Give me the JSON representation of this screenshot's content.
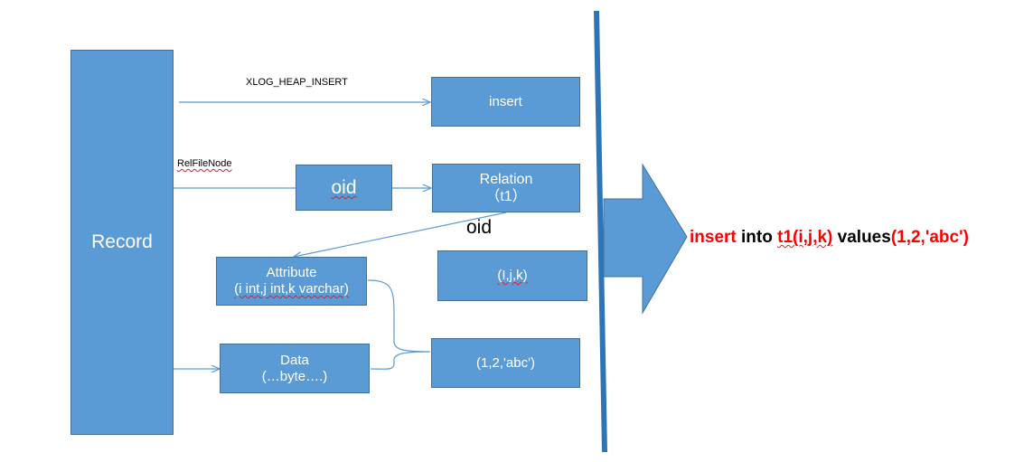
{
  "colors": {
    "box_fill": "#5b9bd5",
    "box_border": "#41719c",
    "connector": "#5b9bd5",
    "divider": "#2e75b6",
    "sql_keyword": "#ff0000",
    "sql_text": "#000000"
  },
  "record": {
    "label": "Record"
  },
  "insert_box": {
    "label": "insert"
  },
  "oid_box": {
    "label": "oid"
  },
  "relation_box": {
    "line1": "Relation",
    "line2": "（t1）"
  },
  "attribute_box": {
    "line1": "Attribute",
    "line2": "(i int,j int,k varchar)"
  },
  "columns_box": {
    "label": "(I,j,k)"
  },
  "data_box": {
    "line1": "Data",
    "line2": "(…byte….)"
  },
  "values_box": {
    "label": "(1,2,'abc')"
  },
  "labels": {
    "xlog": "XLOG_HEAP_INSERT",
    "relfilenode": "RelFileNode",
    "oid_link": "oid"
  },
  "sql": {
    "p1": "insert",
    "p2": " into ",
    "p3": "t1(i,j,k)",
    "p4": " values",
    "p5": "(1,2,'abc')"
  }
}
